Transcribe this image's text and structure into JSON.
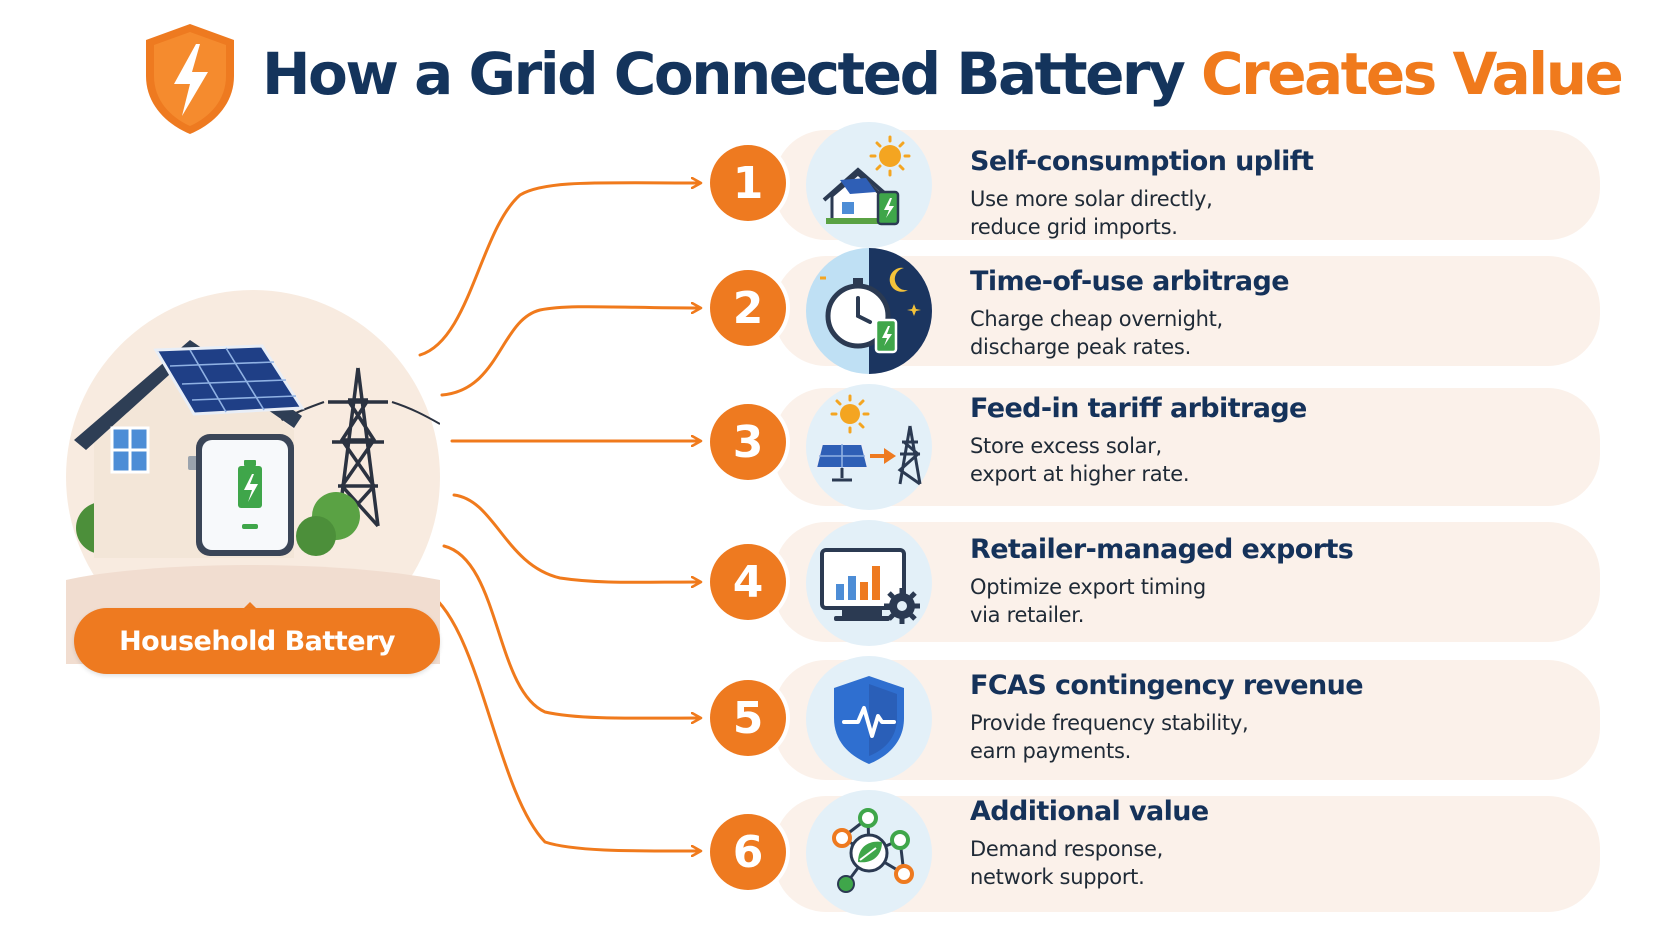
{
  "header": {
    "title_main": "How a Grid Connected Battery",
    "title_accent": "Creates Value",
    "logo_icon": "shield-lightning-icon"
  },
  "hub": {
    "label": "Household Battery",
    "scene_icon": "house-solar-battery-pylon-icon"
  },
  "colors": {
    "accent": "#ee7a20",
    "title_navy": "#14345c",
    "card_background": "#fbf1ea",
    "hub_background": "#f8ebe0"
  },
  "items": [
    {
      "number": "1",
      "title": "Self-consumption uplift",
      "desc_line1": "Use more solar directly,",
      "desc_line2": "reduce grid imports.",
      "icon": "solar-house-battery-icon"
    },
    {
      "number": "2",
      "title": "Time-of-use arbitrage",
      "desc_line1": "Charge cheap overnight,",
      "desc_line2": "discharge peak rates.",
      "icon": "clock-moon-battery-icon"
    },
    {
      "number": "3",
      "title": "Feed-in tariff arbitrage",
      "desc_line1": "Store excess solar,",
      "desc_line2": "export at higher rate.",
      "icon": "solar-panel-arrow-pylon-icon"
    },
    {
      "number": "4",
      "title": "Retailer-managed exports",
      "desc_line1": "Optimize export timing",
      "desc_line2": "via retailer.",
      "icon": "monitor-chart-gear-icon"
    },
    {
      "number": "5",
      "title": "FCAS contingency revenue",
      "desc_line1": "Provide frequency stability,",
      "desc_line2": "earn payments.",
      "icon": "shield-pulse-icon"
    },
    {
      "number": "6",
      "title": "Additional value",
      "desc_line1": "Demand response,",
      "desc_line2": "network support.",
      "icon": "network-leaf-icon"
    }
  ]
}
